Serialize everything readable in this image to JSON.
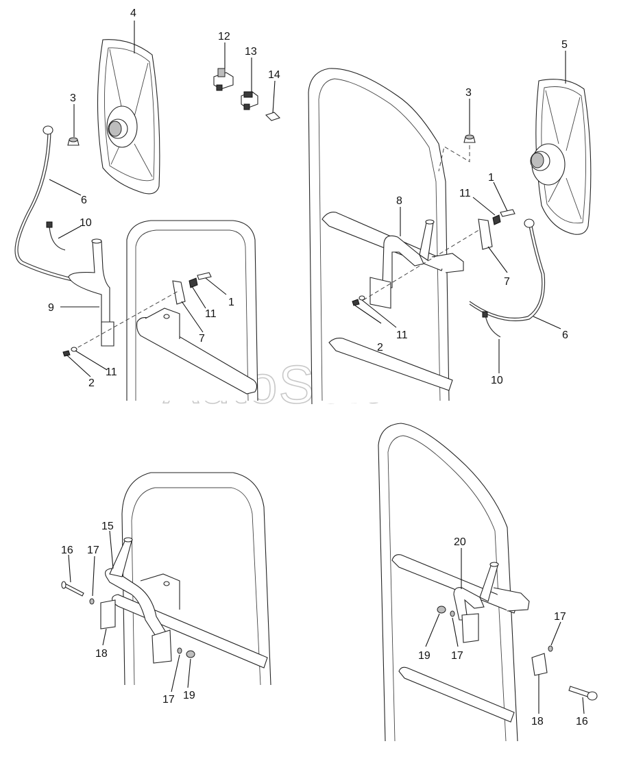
{
  "watermark": "AutoSoft",
  "callouts": [
    {
      "id": "c4",
      "text": "4"
    },
    {
      "id": "c12",
      "text": "12"
    },
    {
      "id": "c13",
      "text": "13"
    },
    {
      "id": "c14",
      "text": "14"
    },
    {
      "id": "c3a",
      "text": "3"
    },
    {
      "id": "c6a",
      "text": "6"
    },
    {
      "id": "c10a",
      "text": "10"
    },
    {
      "id": "c9",
      "text": "9"
    },
    {
      "id": "c1a",
      "text": "1"
    },
    {
      "id": "c11a",
      "text": "11"
    },
    {
      "id": "c7a",
      "text": "7"
    },
    {
      "id": "c11b",
      "text": "11"
    },
    {
      "id": "c2a",
      "text": "2"
    },
    {
      "id": "c5",
      "text": "5"
    },
    {
      "id": "c3b",
      "text": "3"
    },
    {
      "id": "c1b",
      "text": "1"
    },
    {
      "id": "c11c",
      "text": "11"
    },
    {
      "id": "c8",
      "text": "8"
    },
    {
      "id": "c7b",
      "text": "7"
    },
    {
      "id": "c2b",
      "text": "2"
    },
    {
      "id": "c11d",
      "text": "11"
    },
    {
      "id": "c6b",
      "text": "6"
    },
    {
      "id": "c10b",
      "text": "10"
    },
    {
      "id": "c15",
      "text": "15"
    },
    {
      "id": "c16a",
      "text": "16"
    },
    {
      "id": "c17a",
      "text": "17"
    },
    {
      "id": "c18a",
      "text": "18"
    },
    {
      "id": "c17b",
      "text": "17"
    },
    {
      "id": "c19a",
      "text": "19"
    },
    {
      "id": "c20",
      "text": "20"
    },
    {
      "id": "c19b",
      "text": "19"
    },
    {
      "id": "c17c",
      "text": "17"
    },
    {
      "id": "c17d",
      "text": "17"
    },
    {
      "id": "c18b",
      "text": "18"
    },
    {
      "id": "c16b",
      "text": "16"
    }
  ]
}
